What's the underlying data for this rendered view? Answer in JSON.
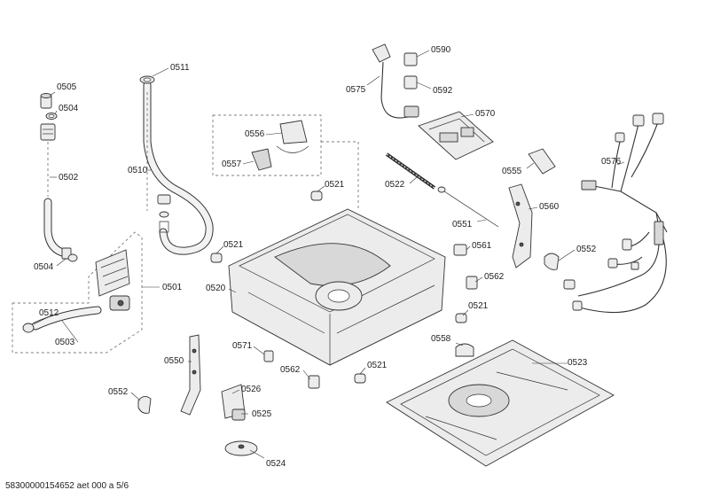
{
  "labels": {
    "l0505": "0505",
    "l0504a": "0504",
    "l0502": "0502",
    "l0504b": "0504",
    "l0511": "0511",
    "l0510": "0510",
    "l0501": "0501",
    "l0512": "0512",
    "l0503": "0503",
    "l0556": "0556",
    "l0557": "0557",
    "l0521a": "0521",
    "l0521b": "0521",
    "l0520": "0520",
    "l0550": "0550",
    "l0571": "0571",
    "l0552a": "0552",
    "l0526": "0526",
    "l0525": "0525",
    "l0524": "0524",
    "l0562a": "0562",
    "l0521c": "0521",
    "l0575": "0575",
    "l0590": "0590",
    "l0592": "0592",
    "l0570": "0570",
    "l0522": "0522",
    "l0551": "0551",
    "l0555": "0555",
    "l0560": "0560",
    "l0561": "0561",
    "l0562b": "0562",
    "l0521d": "0521",
    "l0558": "0558",
    "l0523": "0523",
    "l0552b": "0552",
    "l0576": "0576"
  },
  "footer": "58300000154652 aet 000 a 5/6"
}
